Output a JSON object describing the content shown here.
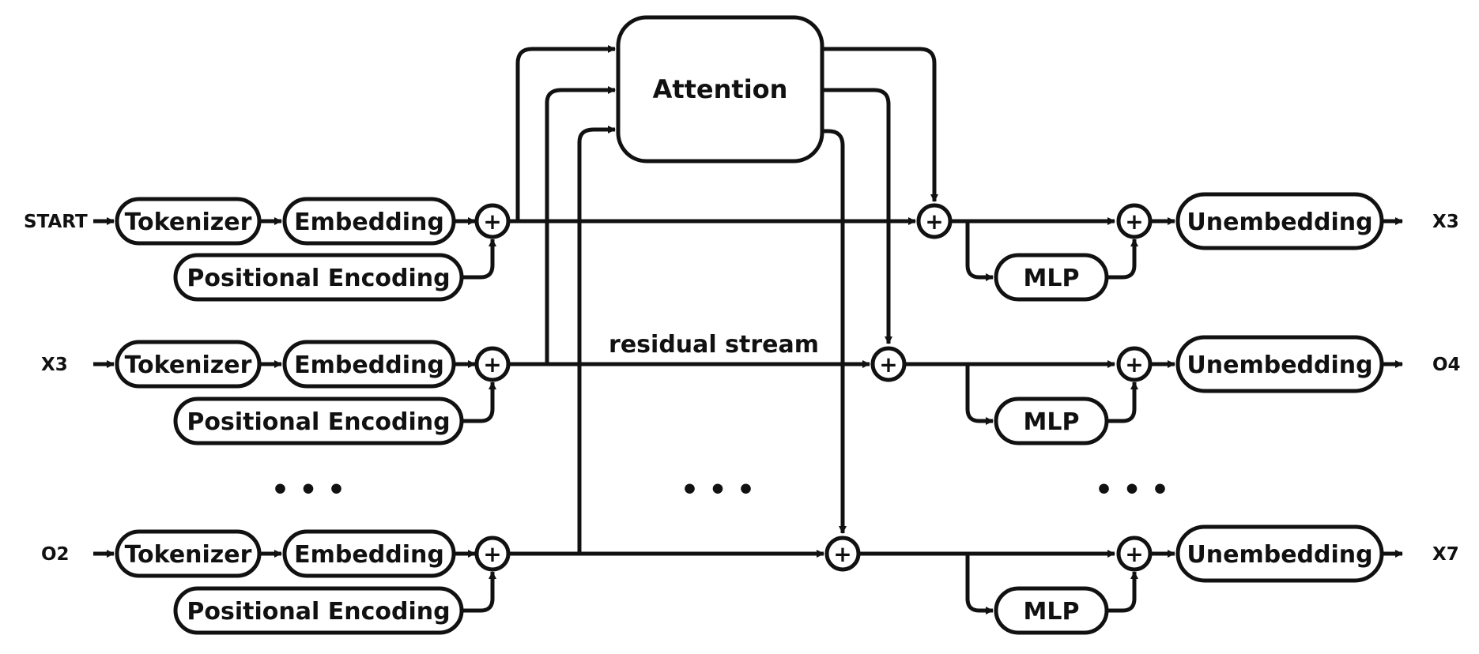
{
  "attention": {
    "label": "Attention"
  },
  "residual": {
    "label": "residual stream"
  },
  "rows": [
    {
      "input": "START",
      "output": "X3"
    },
    {
      "input": "X3",
      "output": "O4"
    },
    {
      "input": "O2",
      "output": "X7"
    }
  ],
  "blocks": {
    "tokenizer": "Tokenizer",
    "embedding": "Embedding",
    "positional": "Positional Encoding",
    "mlp": "MLP",
    "unembedding": "Unembedding"
  },
  "symbols": {
    "sum": "+",
    "ellipsis": "• • •"
  },
  "colors": {
    "stroke": "#111111",
    "background": "#ffffff"
  }
}
